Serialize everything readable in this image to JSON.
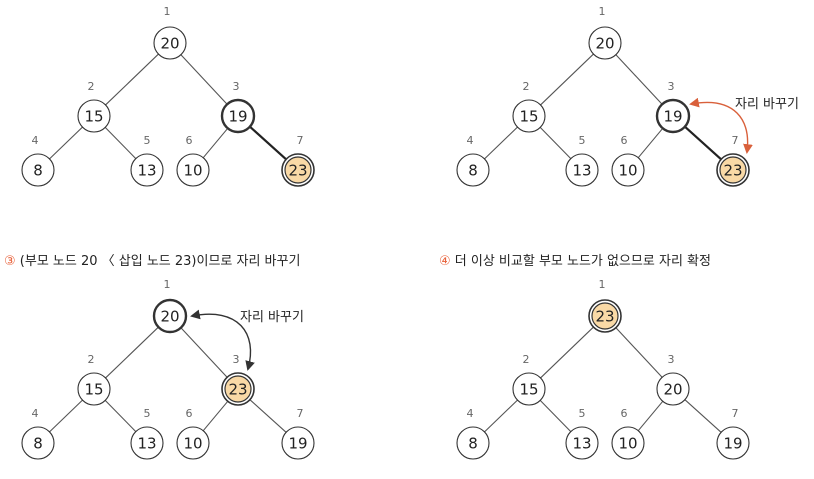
{
  "colors": {
    "edge": "#555555",
    "node_stroke": "#333333",
    "node_fill": "#ffffff",
    "inserted_fill": "#f9d9a6",
    "arrow_orange": "#d9603b",
    "arrow_dark": "#333333",
    "marker_orange": "#e8613a"
  },
  "panels": [
    {
      "caption": null,
      "nodes": [
        {
          "index": "1",
          "value": "20",
          "style": "normal"
        },
        {
          "index": "2",
          "value": "15",
          "style": "normal"
        },
        {
          "index": "3",
          "value": "19",
          "style": "bold"
        },
        {
          "index": "4",
          "value": "8",
          "style": "normal"
        },
        {
          "index": "5",
          "value": "13",
          "style": "normal"
        },
        {
          "index": "6",
          "value": "10",
          "style": "normal"
        },
        {
          "index": "7",
          "value": "23",
          "style": "inserted"
        }
      ],
      "highlight_edge": [
        3,
        7
      ],
      "swap": null
    },
    {
      "caption": null,
      "nodes": [
        {
          "index": "1",
          "value": "20",
          "style": "normal"
        },
        {
          "index": "2",
          "value": "15",
          "style": "normal"
        },
        {
          "index": "3",
          "value": "19",
          "style": "bold"
        },
        {
          "index": "4",
          "value": "8",
          "style": "normal"
        },
        {
          "index": "5",
          "value": "13",
          "style": "normal"
        },
        {
          "index": "6",
          "value": "10",
          "style": "normal"
        },
        {
          "index": "7",
          "value": "23",
          "style": "inserted"
        }
      ],
      "highlight_edge": [
        3,
        7
      ],
      "swap": {
        "label": "자리 바꾸기",
        "between": [
          3,
          7
        ],
        "color": "orange"
      }
    },
    {
      "caption": {
        "marker": "③",
        "text": " (부모 노드 20 〈 삽입 노드 23)이므로 자리 바꾸기"
      },
      "nodes": [
        {
          "index": "1",
          "value": "20",
          "style": "bold"
        },
        {
          "index": "2",
          "value": "15",
          "style": "normal"
        },
        {
          "index": "3",
          "value": "23",
          "style": "inserted"
        },
        {
          "index": "4",
          "value": "8",
          "style": "normal"
        },
        {
          "index": "5",
          "value": "13",
          "style": "normal"
        },
        {
          "index": "6",
          "value": "10",
          "style": "normal"
        },
        {
          "index": "7",
          "value": "19",
          "style": "normal"
        }
      ],
      "highlight_edge": null,
      "swap": {
        "label": "자리 바꾸기",
        "between": [
          1,
          3
        ],
        "color": "dark"
      }
    },
    {
      "caption": {
        "marker": "④",
        "text": " 더 이상 비교할 부모 노드가 없으므로 자리 확정"
      },
      "nodes": [
        {
          "index": "1",
          "value": "23",
          "style": "inserted"
        },
        {
          "index": "2",
          "value": "15",
          "style": "normal"
        },
        {
          "index": "3",
          "value": "20",
          "style": "normal"
        },
        {
          "index": "4",
          "value": "8",
          "style": "normal"
        },
        {
          "index": "5",
          "value": "13",
          "style": "normal"
        },
        {
          "index": "6",
          "value": "10",
          "style": "normal"
        },
        {
          "index": "7",
          "value": "19",
          "style": "normal"
        }
      ],
      "highlight_edge": null,
      "swap": null
    }
  ]
}
